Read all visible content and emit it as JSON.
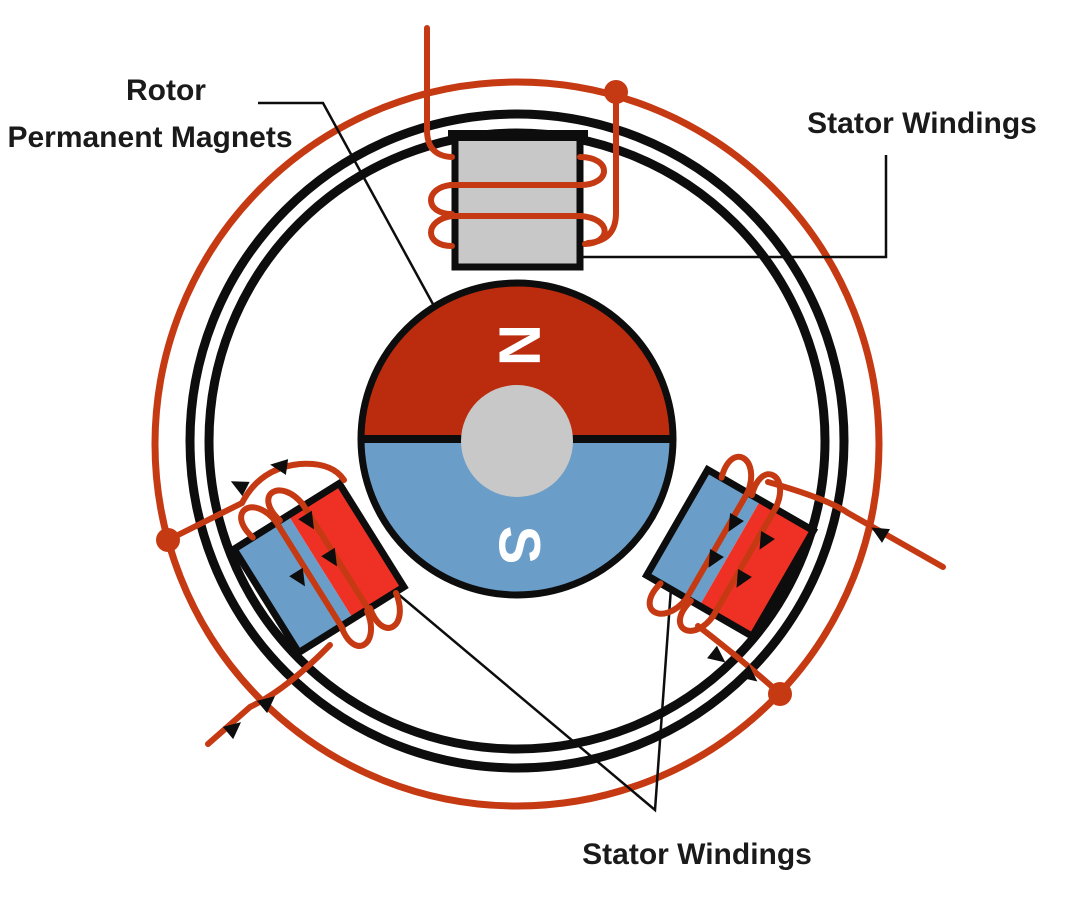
{
  "labels": {
    "rotor_line1": "Rotor",
    "rotor_line2": "Permanent Magnets",
    "stator_windings_top": "Stator Windings",
    "stator_windings_bottom": "Stator Windings"
  },
  "rotor": {
    "north": "N",
    "south": "S"
  },
  "colors": {
    "wire_red": "#c53a12",
    "rotor_north_red": "#bb2c0e",
    "winding_red": "#ee3124",
    "magnet_blue": "#6b9dc9",
    "metal_gray": "#c8c8c8",
    "outline_black": "#0d0d0d",
    "label_text": "#1a1a1a",
    "background": "#ffffff"
  }
}
